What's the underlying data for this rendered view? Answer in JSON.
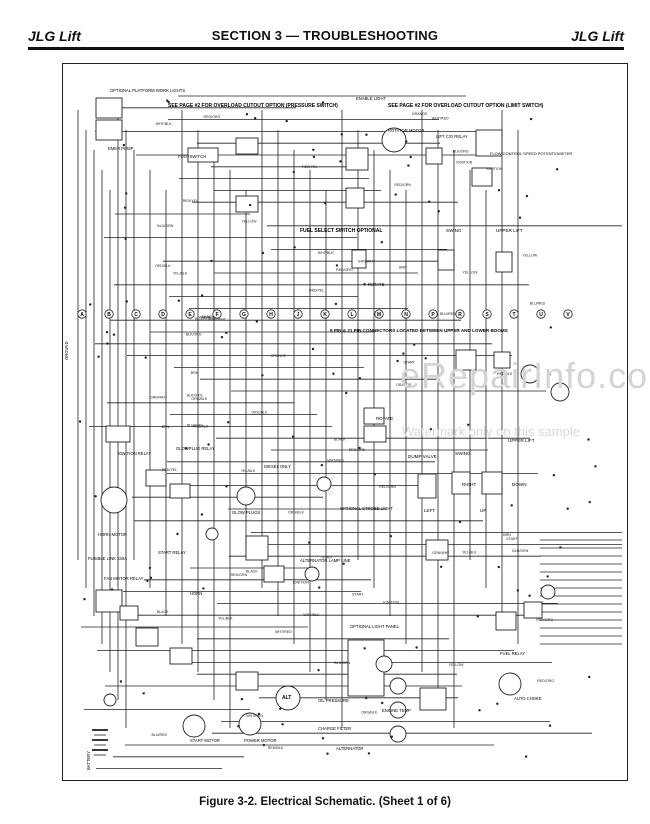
{
  "header": {
    "brand_left": "JLG Lift",
    "section_title": "SECTION 3 — TROUBLESHOOTING",
    "brand_right": "JLG Lift"
  },
  "caption": "Figure 3-2. Electrical Schematic. (Sheet 1 of 6)",
  "watermark": {
    "site": "eRepairInfo.com",
    "note": "Watermark only on this sample"
  },
  "schematic": {
    "notes": {
      "overload_pressure": "SEE PAGE #2 FOR OVERLOAD CUTOUT OPTION (PRESSURE SWITCH)",
      "overload_limit": "SEE PAGE #2 FOR OVERLOAD CUTOUT OPTION (LIMIT SWITCH)",
      "fuel_select": "FUEL SELECT SWITCH OPTIONAL",
      "connectors": "9 PIN & 21 PIN CONNECTORS LOCATED BETWEEN UPPER AND LOWER BOOMS"
    },
    "labels": {
      "platform_lights": "OPTIONAL PLATFORM WORK LIGHTS",
      "emer_pump": "EMER PUMP",
      "footswitch": "FOOTSWITCH",
      "enable_light": "ENABLE LIGHT",
      "rotator_motor": "ROTATOR MOTOR",
      "lift_co_relay": "LIFT C/O RELAY",
      "flow_control": "FLOW CONTROL SPEED POTENTIOMETER",
      "swing": "SWING",
      "upper_lift": "UPPER LIFT",
      "rotate": "ROTATE",
      "dump_valve": "DUMP VALVE",
      "left": "LEFT",
      "right": "RIGHT",
      "up": "UP",
      "down": "DOWN",
      "optional_strobe": "OPTIONAL STROBE LIGHT",
      "ignition_relay": "IGNITION RELAY",
      "glowplug_relay": "GLOWPLUG RELAY",
      "glow_plugs": "GLOW PLUGS",
      "diesel_only": "DIESEL ONLY",
      "horn_motor": "HORN MOTOR",
      "fusible_link": "FUSIBLE LINK 150A",
      "fan_motor_relay": "FAN MOTOR RELAY",
      "horn": "HORN",
      "start_relay": "START RELAY",
      "alternator_lamp": "ALTERNATOR LAMP LINE",
      "alternator": "ALTERNATOR",
      "alt": "ALT",
      "oil_pressure": "OIL PRESSURE",
      "charge_filter": "CHARGE FILTER",
      "engine_temp": "ENGINE TEMP",
      "start_motor": "START MOTOR",
      "power_motor": "POWER MOTOR",
      "fuel_relay": "FUEL RELAY",
      "auto_choke": "AUTO CHOKE",
      "optional_light_panel": "OPTIONAL LIGHT PANEL",
      "ground": "GROUND",
      "battery": "BATTERY"
    },
    "terminals": [
      "A",
      "B",
      "C",
      "D",
      "E",
      "F",
      "G",
      "H",
      "J",
      "K",
      "L",
      "M",
      "N",
      "P",
      "R",
      "S",
      "T",
      "U",
      "V"
    ],
    "wire_labels": [
      "RED/BLK",
      "WHT/BLK",
      "YEL/BLK",
      "RED/GRN",
      "ORG/BLK",
      "BLK/ORG",
      "RED/YEL",
      "GRN/WHT",
      "BLU/RED",
      "BRN",
      "WHT/RED",
      "BLACK",
      "START",
      "IGNITION",
      "RED/ORG",
      "YELLOW",
      "ORANGE",
      "BLU/GRN"
    ]
  }
}
